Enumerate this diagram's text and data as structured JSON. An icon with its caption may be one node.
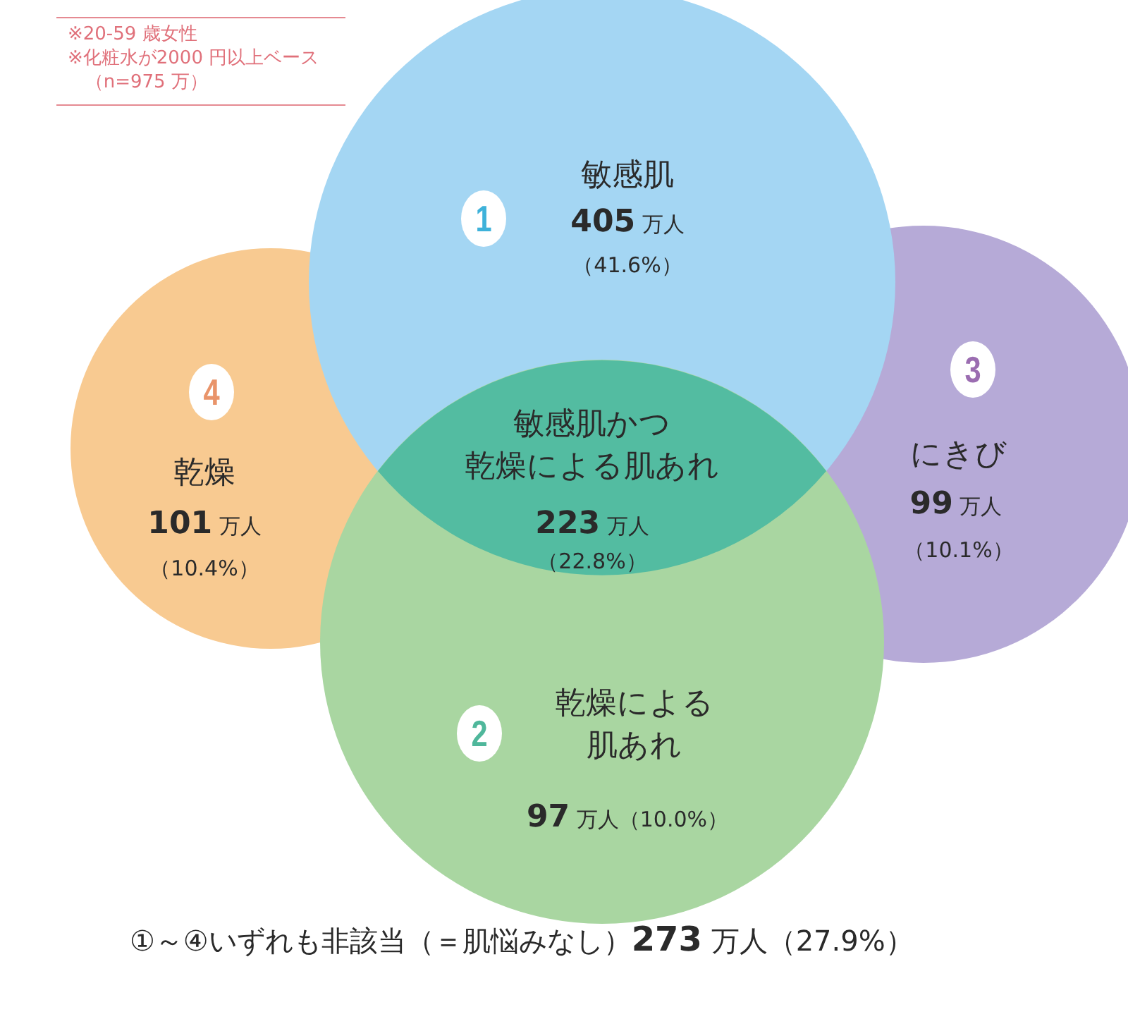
{
  "diagram": {
    "nodes": [
      {
        "text": [
          "1",
          "敏感肌",
          "**405** 万人",
          "（41.6%）"
        ]
      },
      {
        "text": [
          "4",
          "乾燥",
          "**101** 万人",
          "（10.4%）"
        ]
      },
      {
        "text": [
          "3",
          "にきび",
          "**99** 万人",
          "（10.1%）"
        ]
      },
      {
        "text": [
          "2",
          "乾燥による肌あれ",
          "**97** 万人（10.0%）"
        ]
      },
      {
        "text": [
          "敏感肌かつ乾燥による肌あれ",
          "**223** 万人",
          "（22.8%）"
        ]
      }
    ],
    "labels": [
      "※20-59 歳女性",
      "※化粧水が2000 円以上ベース",
      "（n=975 万）",
      "①～④いずれも非該当（＝肌悩みなし）**273** 万人（27.9%）"
    ]
  }
}
